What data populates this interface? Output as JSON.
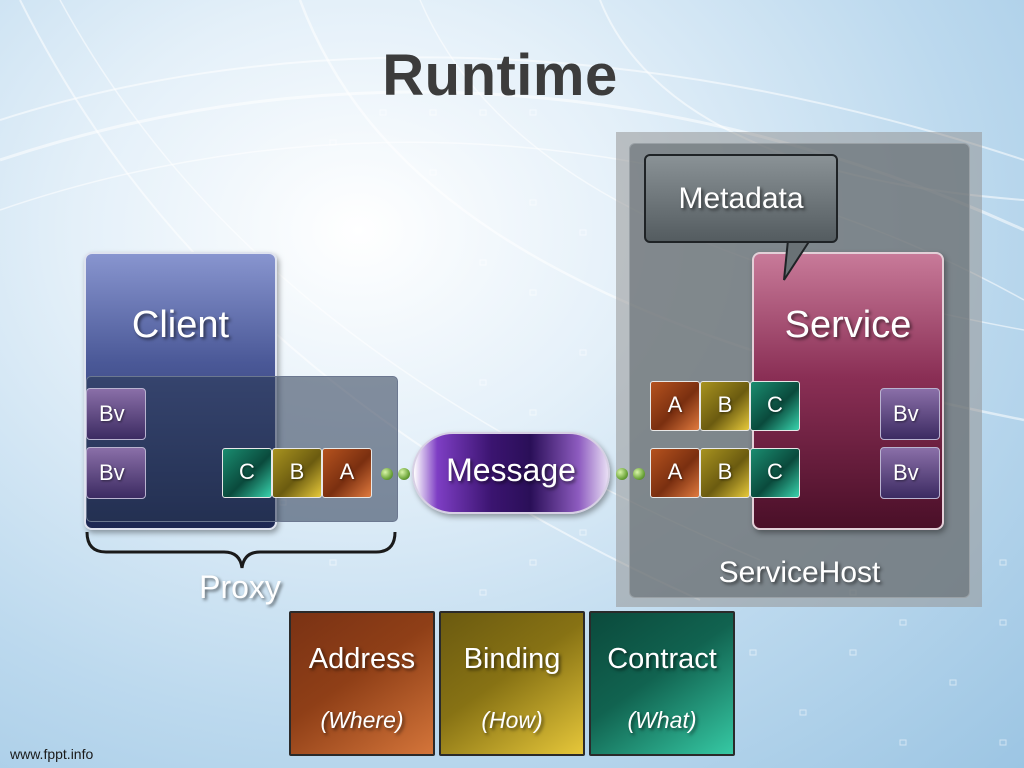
{
  "title": "Runtime",
  "client": {
    "label": "Client",
    "bv": [
      "Bv",
      "Bv"
    ],
    "abc": [
      "C",
      "B",
      "A"
    ]
  },
  "proxy_label": "Proxy",
  "message_label": "Message",
  "service_host": {
    "label": "ServiceHost",
    "metadata": "Metadata",
    "service": "Service",
    "endpoint_rows": [
      [
        "A",
        "B",
        "C"
      ],
      [
        "A",
        "B",
        "C"
      ]
    ],
    "bv": [
      "Bv",
      "Bv"
    ]
  },
  "legend": [
    {
      "title": "Address",
      "subtitle": "(Where)"
    },
    {
      "title": "Binding",
      "subtitle": "(How)"
    },
    {
      "title": "Contract",
      "subtitle": "(What)"
    }
  ],
  "footer": "www.fppt.info",
  "colors": {
    "address": "#8f3f17",
    "binding": "#877214",
    "contract": "#116350",
    "bv": "#3c2b62"
  }
}
